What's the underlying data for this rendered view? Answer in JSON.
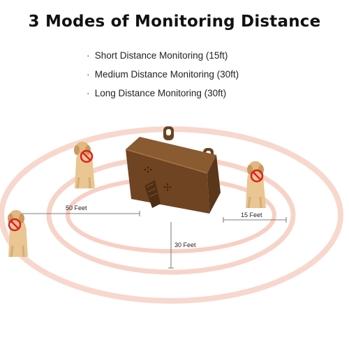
{
  "title": "3 Modes of Monitoring Distance",
  "modes": [
    {
      "label": "Short Distance Monitoring (15ft)"
    },
    {
      "label": "Medium Distance Monitoring (30ft)"
    },
    {
      "label": "Long Distance Monitoring (30ft)"
    }
  ],
  "bullet": "·",
  "distances": {
    "left": "50 Feet",
    "right": "15 Feet",
    "down": "30 Feet"
  },
  "colors": {
    "ring": "#f2b7a3",
    "device": "#7a4e2a",
    "no_bark": "#e02020"
  }
}
